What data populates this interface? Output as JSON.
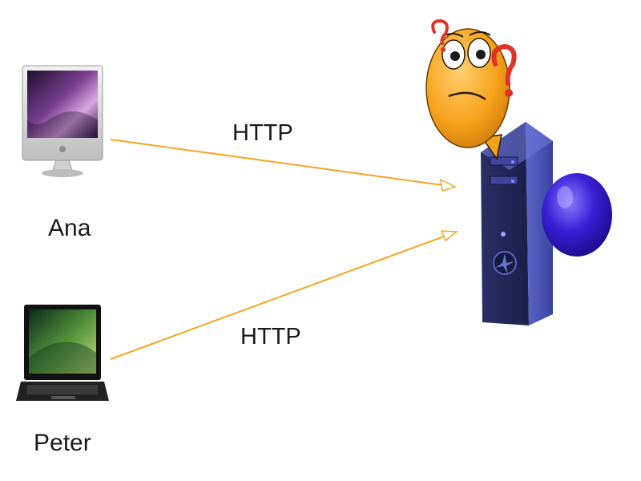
{
  "clients": [
    {
      "name": "Ana",
      "device": "desktop-computer",
      "connection_label": "HTTP"
    },
    {
      "name": "Peter",
      "device": "laptop-computer",
      "connection_label": "HTTP"
    }
  ],
  "server": {
    "device": "server-tower",
    "mascot": "confused-face"
  },
  "colors": {
    "arrow": "#f5a623",
    "server_body": "#4a55b8",
    "mascot_face": "#f7a21b",
    "question_mark": "#e0322a"
  }
}
